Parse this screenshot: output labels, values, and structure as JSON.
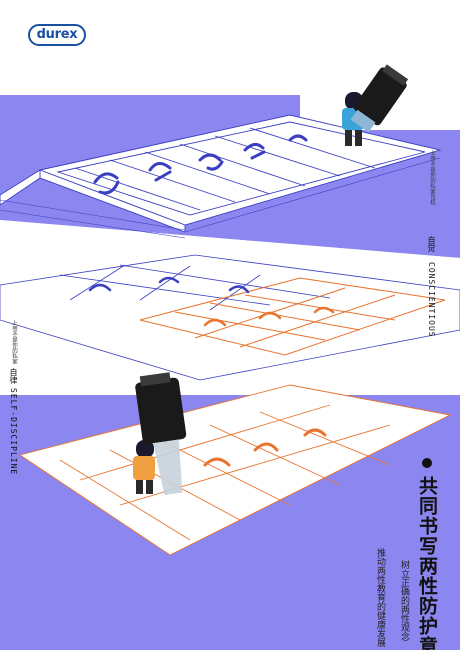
{
  "brand": {
    "logo_text": "durex"
  },
  "headline": "共同书写两性防护意识",
  "subtitles": [
    "树立正确的两性观念",
    "推动两性教育的健康发展"
  ],
  "side_labels": [
    {
      "small": "上帝不是你的私家司机",
      "cn": "自觉",
      "en": "CONSCIENTIOUS"
    },
    {
      "small": "上帝不是你的私家",
      "cn": "自律",
      "en": "SELF-DISCIPLINE"
    }
  ],
  "colors": {
    "blue_line": "#3a3fc1",
    "orange_line": "#e8742d",
    "purple_band": "#8c86f0",
    "brand_blue": "#1a4fa3"
  }
}
